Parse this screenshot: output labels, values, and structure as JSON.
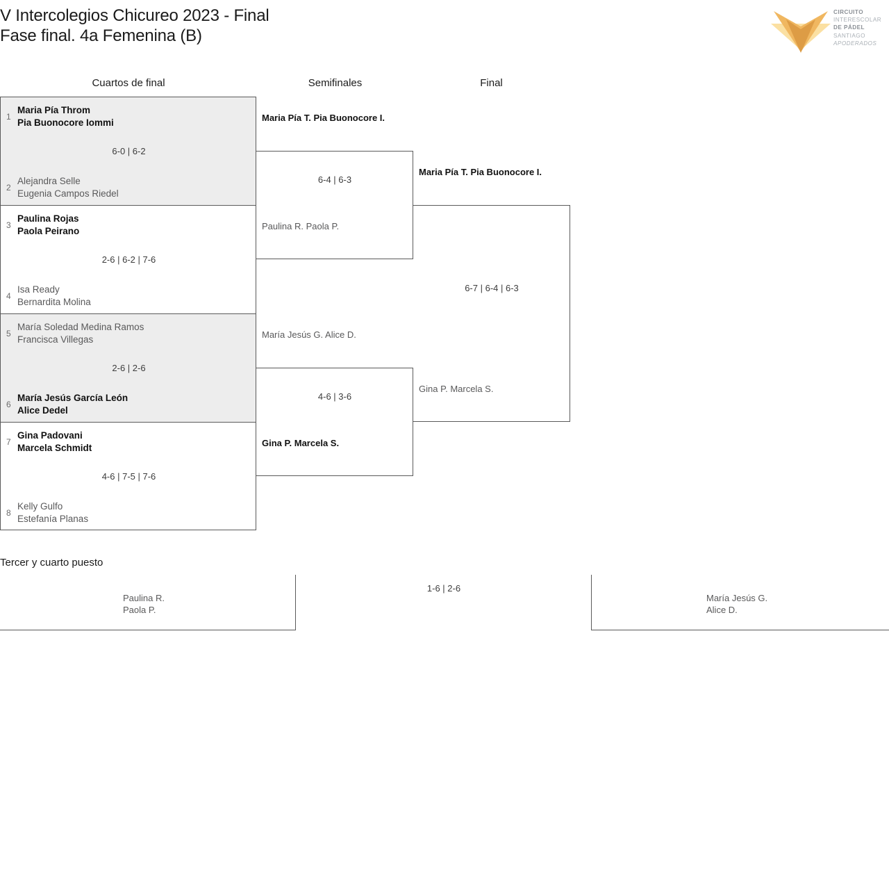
{
  "header": {
    "title_line1": "V Intercolegios Chicureo 2023 - Final",
    "title_line2": "Fase final. 4a Femenina (B)",
    "logo": {
      "line1": "CIRCUITO",
      "line2": "INTERESCOLAR",
      "line3": "DE PÁDEL",
      "line4": "SANTIAGO",
      "line5": "APODERADOS",
      "color_light": "#fbe0a2",
      "color_mid": "#f0b760",
      "color_dark": "#dd9c45"
    }
  },
  "rounds": [
    {
      "label": "Cuartos de final"
    },
    {
      "label": "Semifinales"
    },
    {
      "label": "Final"
    }
  ],
  "quarterfinals": [
    {
      "shaded": true,
      "top": {
        "seed": "1",
        "p1": "Maria Pía Throm",
        "p2": "Pia Buonocore Iommi",
        "winner": true
      },
      "bottom": {
        "seed": "2",
        "p1": "Alejandra Selle",
        "p2": "Eugenia Campos Riedel",
        "winner": false
      },
      "score": "6-0 | 6-2"
    },
    {
      "shaded": false,
      "top": {
        "seed": "3",
        "p1": "Paulina Rojas",
        "p2": "Paola Peirano",
        "winner": true
      },
      "bottom": {
        "seed": "4",
        "p1": "Isa Ready",
        "p2": "Bernardita Molina",
        "winner": false
      },
      "score": "2-6 | 6-2 | 7-6"
    },
    {
      "shaded": true,
      "top": {
        "seed": "5",
        "p1": "María Soledad Medina Ramos",
        "p2": "Francisca Villegas",
        "winner": false
      },
      "bottom": {
        "seed": "6",
        "p1": "María Jesús García León",
        "p2": "Alice Dedel",
        "winner": true
      },
      "score": "2-6 | 2-6"
    },
    {
      "shaded": false,
      "top": {
        "seed": "7",
        "p1": "Gina Padovani",
        "p2": "Marcela Schmidt",
        "winner": true
      },
      "bottom": {
        "seed": "8",
        "p1": "Kelly Gulfo",
        "p2": "Estefanía Planas",
        "winner": false
      },
      "score": "4-6 | 7-5 | 7-6"
    }
  ],
  "semifinals": [
    {
      "top": {
        "p1": "Maria Pía T.",
        "p2": "Pia Buonocore I.",
        "winner": true
      },
      "bottom": {
        "p1": "Paulina R.",
        "p2": "Paola P.",
        "winner": false
      },
      "score": "6-4 | 6-3"
    },
    {
      "top": {
        "p1": "María Jesús G.",
        "p2": "Alice D.",
        "winner": false
      },
      "bottom": {
        "p1": "Gina P.",
        "p2": "Marcela S.",
        "winner": true
      },
      "score": "4-6 | 3-6"
    }
  ],
  "final": {
    "top": {
      "p1": "Maria Pía T.",
      "p2": "Pia Buonocore I.",
      "winner": true
    },
    "bottom": {
      "p1": "Gina P.",
      "p2": "Marcela S.",
      "winner": false
    },
    "score": "6-7 | 6-4 | 6-3"
  },
  "third_place": {
    "title": "Tercer y cuarto puesto",
    "left": {
      "p1": "Paulina R.",
      "p2": "Paola P.",
      "winner": false
    },
    "right": {
      "p1": "María Jesús G.",
      "p2": "Alice D.",
      "winner": false
    },
    "score": "1-6 | 2-6"
  }
}
